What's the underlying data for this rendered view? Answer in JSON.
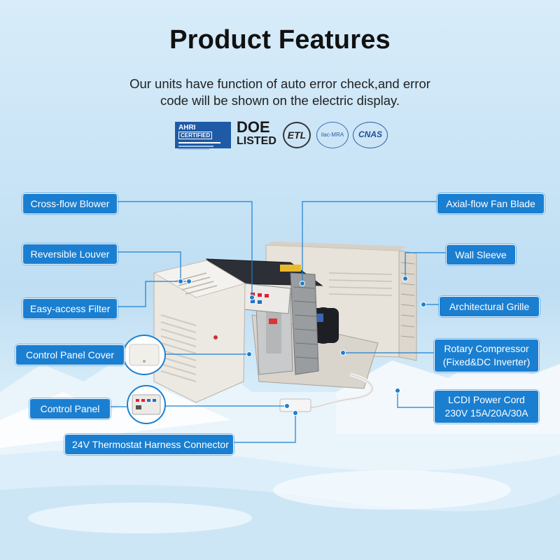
{
  "header": {
    "title": "Product Features",
    "subtitle_line1": "Our units have function of auto error check,and error",
    "subtitle_line2": "code will be shown on the electric display."
  },
  "certifications": {
    "ahri_brand": "AHRI",
    "ahri_word": "CERTIFIED",
    "doe_line1": "DOE",
    "doe_line2": "LISTED",
    "etl_text": "ETL",
    "ilac_text": "ilac-MRA",
    "cnas_text": "CNAS"
  },
  "callouts": {
    "cross_flow_blower": "Cross-flow Blower",
    "reversible_louver": "Reversible Louver",
    "easy_access_filter": "Easy-access Filter",
    "control_panel_cover": "Control Panel Cover",
    "control_panel": "Control Panel",
    "thermostat_harness": "24V Thermostat Harness Connector",
    "axial_flow_fan": "Axial-flow Fan Blade",
    "wall_sleeve": "Wall Sleeve",
    "architectural_grille": "Architectural Grille",
    "rotary_compressor_line1": "Rotary Compressor",
    "rotary_compressor_line2": "(Fixed&DC Inverter)",
    "lcdi_line1": "LCDI Power Cord",
    "lcdi_line2": "230V 15A/20A/30A"
  },
  "colors": {
    "accent": "#1b7fd1",
    "title": "#111111",
    "background": "#c9e4f6"
  }
}
